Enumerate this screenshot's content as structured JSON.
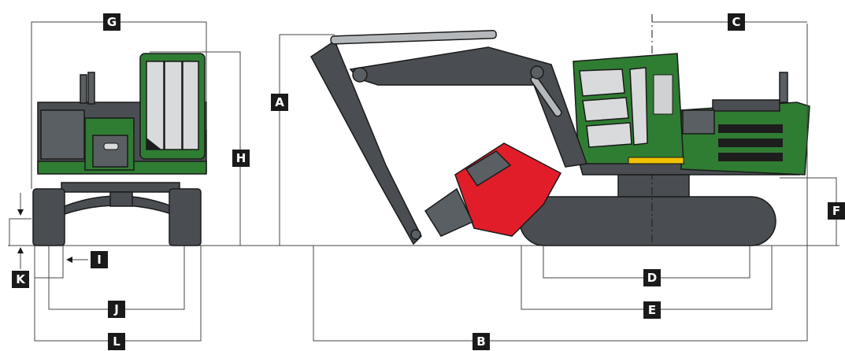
{
  "labels": {
    "A": "A",
    "B": "B",
    "C": "C",
    "D": "D",
    "E": "E",
    "F": "F",
    "G": "G",
    "H": "H",
    "I": "I",
    "J": "J",
    "K": "K",
    "L": "L"
  },
  "colors": {
    "body": "#2f7d32",
    "undercarriage": "#4a4e52",
    "felling_head": "#e11d2a",
    "stripe": "#f2c200",
    "label_box": "#1a1a1a"
  }
}
